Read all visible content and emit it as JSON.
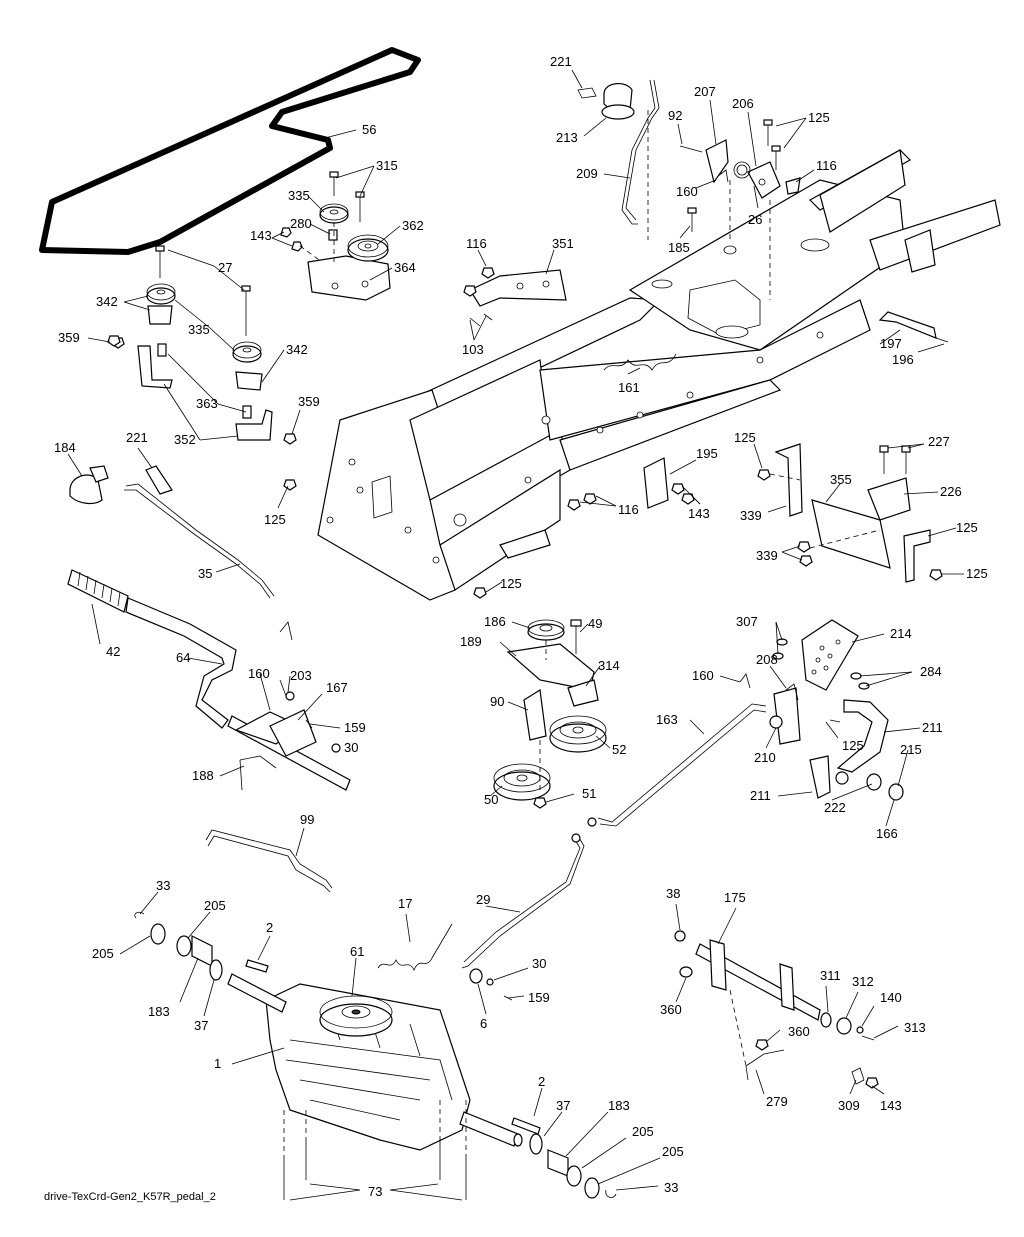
{
  "caption": "drive-TexCrd-Gen2_K57R_pedal_2",
  "callouts": [
    "56",
    "315",
    "335",
    "280",
    "362",
    "143",
    "364",
    "27",
    "342",
    "335",
    "342",
    "359",
    "363",
    "352",
    "359",
    "184",
    "221",
    "125",
    "35",
    "42",
    "64",
    "160",
    "203",
    "167",
    "159",
    "30",
    "188",
    "99",
    "33",
    "205",
    "205",
    "2",
    "183",
    "37",
    "61",
    "17",
    "1",
    "29",
    "30",
    "159",
    "6",
    "2",
    "37",
    "183",
    "205",
    "205",
    "33",
    "73",
    "221",
    "213",
    "92",
    "207",
    "206",
    "125",
    "209",
    "116",
    "160",
    "26",
    "185",
    "116",
    "351",
    "103",
    "161",
    "197",
    "196",
    "125",
    "227",
    "195",
    "143",
    "116",
    "355",
    "226",
    "339",
    "125",
    "339",
    "125",
    "125",
    "186",
    "49",
    "189",
    "314",
    "90",
    "52",
    "50",
    "51",
    "307",
    "214",
    "284",
    "160",
    "208",
    "163",
    "211",
    "125",
    "210",
    "215",
    "211",
    "222",
    "166",
    "38",
    "175",
    "360",
    "311",
    "312",
    "140",
    "360",
    "313",
    "279",
    "309",
    "143"
  ]
}
